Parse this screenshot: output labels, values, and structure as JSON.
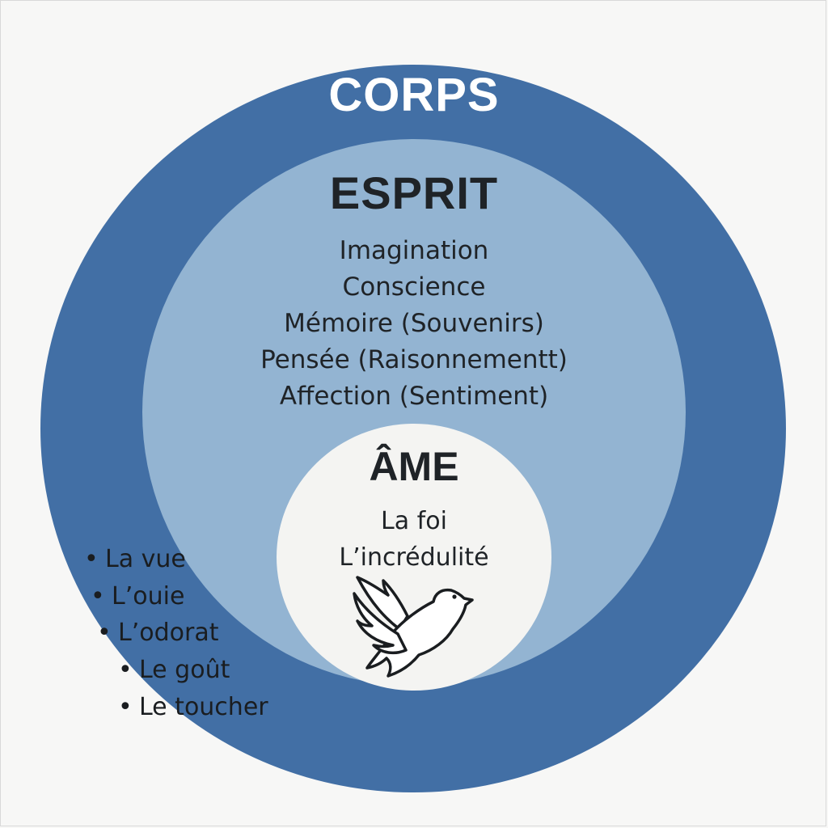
{
  "corps": {
    "title": "CORPS",
    "color": "#426fa5",
    "senses": [
      "La vue",
      "L’ouie",
      "L’odorat",
      "Le goût",
      "Le toucher"
    ]
  },
  "esprit": {
    "title": "ESPRIT",
    "color": "#93b4d2",
    "items": [
      "Imagination",
      "Conscience",
      "Mémoire (Souvenirs)",
      "Pensée (Raisonnementt)",
      "Affection (Sentiment)"
    ]
  },
  "ame": {
    "title": "ÂME",
    "color": "#f4f4f2",
    "items": [
      "La foi",
      "L’incrédulité"
    ],
    "icon": "dove-icon"
  },
  "bullet": "•"
}
